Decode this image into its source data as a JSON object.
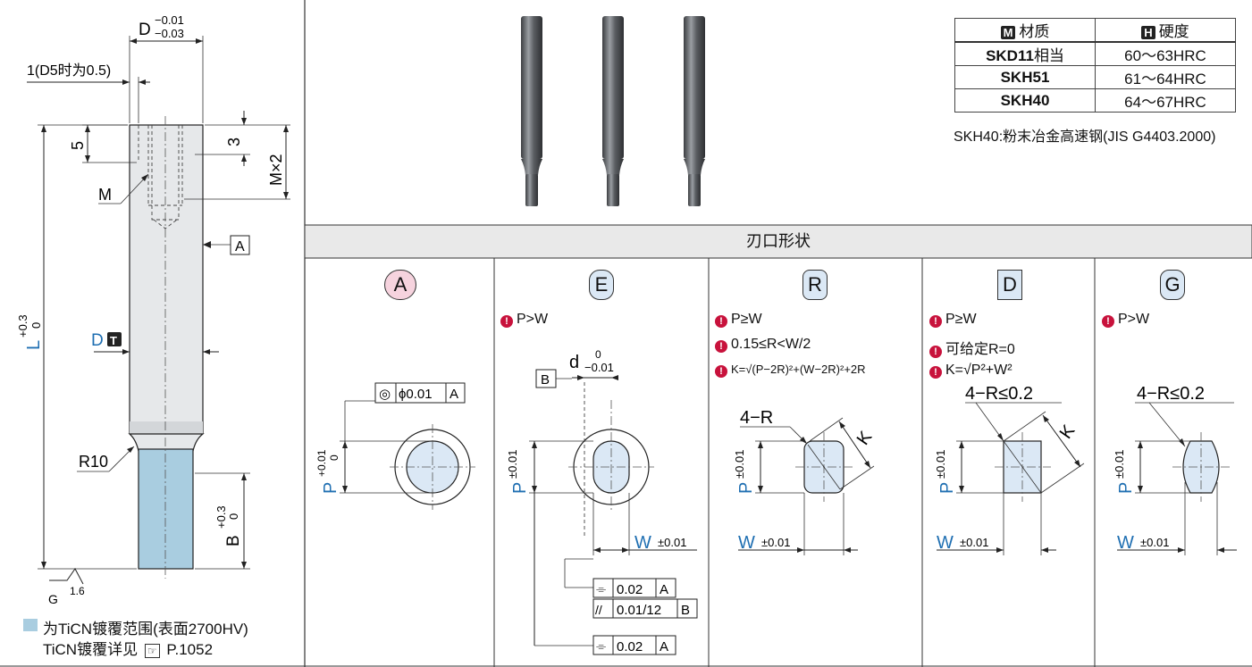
{
  "left_drawing": {
    "dim_D": "D",
    "dim_D_tol_upper": "−0.01",
    "dim_D_tol_lower": "−0.03",
    "dim_offset": "1(D5时为0.5)",
    "dim_5": "5",
    "dim_3": "3",
    "dim_MX2": "M×2",
    "label_M": "M",
    "datum_A": "A",
    "dim_L": "L",
    "dim_L_tol_upper": "+0.3",
    "dim_L_tol_lower": "0",
    "dim_DT": "D",
    "dim_DT_badge": "T",
    "label_R10": "R10",
    "dim_B": "B",
    "dim_B_tol_upper": "+0.3",
    "dim_B_tol_lower": "0",
    "surface_G": "G",
    "surface_roughness": "1.6",
    "coating_note_line1": "为TiCN镀覆范围(表面2700HV)",
    "coating_note_line2": "TiCN镀覆详见",
    "coating_note_ref": "P.1052",
    "colors": {
      "coating": "#a9cde0",
      "body": "#e6e8ea",
      "dim_blue": "#1f6fb2"
    }
  },
  "material_table": {
    "headers": [
      {
        "badge": "M",
        "label": "材质"
      },
      {
        "badge": "H",
        "label": "硬度"
      }
    ],
    "rows": [
      {
        "material": "SKD11",
        "suffix": "相当",
        "hardness": "60～63HRC"
      },
      {
        "material": "SKH51",
        "suffix": "",
        "hardness": "61～64HRC"
      },
      {
        "material": "SKH40",
        "suffix": "",
        "hardness": "64～67HRC"
      }
    ],
    "footnote": "SKH40:粉末冶金高速钢(JIS G4403.2000)"
  },
  "edge_shape_section": {
    "title": "刃口形状",
    "shapes": [
      {
        "code": "A",
        "badge_color": "#f6d3de",
        "notes": [],
        "tolerance_frame": [
          "◎",
          "ϕ0.01",
          "A"
        ],
        "dim_P": "P",
        "dim_P_tol_upper": "+0.01",
        "dim_P_tol_lower": "0"
      },
      {
        "code": "E",
        "badge_color": "#dbe8f5",
        "notes": [
          "P>W"
        ],
        "dim_d": "d",
        "dim_d_tol_upper": "0",
        "dim_d_tol_lower": "−0.01",
        "datum_B": "B",
        "dim_P": "P",
        "dim_P_tol": "±0.01",
        "dim_W": "W",
        "dim_W_tol": "±0.01",
        "frames": [
          [
            "⌯",
            "0.02",
            "A"
          ],
          [
            "//",
            "0.01/12",
            "B"
          ],
          [
            "⌯",
            "0.02",
            "A"
          ]
        ]
      },
      {
        "code": "R",
        "badge_color": "#dbe8f5",
        "notes": [
          "P≥W",
          "0.15≤R<W/2",
          "K=√(P−2R)²+(W−2R)²+2R"
        ],
        "label_4R": "4−R",
        "label_K": "K",
        "dim_P": "P",
        "dim_P_tol": "±0.01",
        "dim_W": "W",
        "dim_W_tol": "±0.01"
      },
      {
        "code": "D",
        "badge_color": "#dbe8f5",
        "notes": [
          "P≥W",
          "可给定R=0",
          "K=√P²+W²"
        ],
        "label_4R": "4−R≤0.2",
        "label_K": "K",
        "dim_P": "P",
        "dim_P_tol": "±0.01",
        "dim_W": "W",
        "dim_W_tol": "±0.01"
      },
      {
        "code": "G",
        "badge_color": "#dbe8f5",
        "notes": [
          "P>W"
        ],
        "label_4R": "4−R≤0.2",
        "dim_P": "P",
        "dim_P_tol": "±0.01",
        "dim_W": "W",
        "dim_W_tol": "±0.01"
      }
    ]
  }
}
